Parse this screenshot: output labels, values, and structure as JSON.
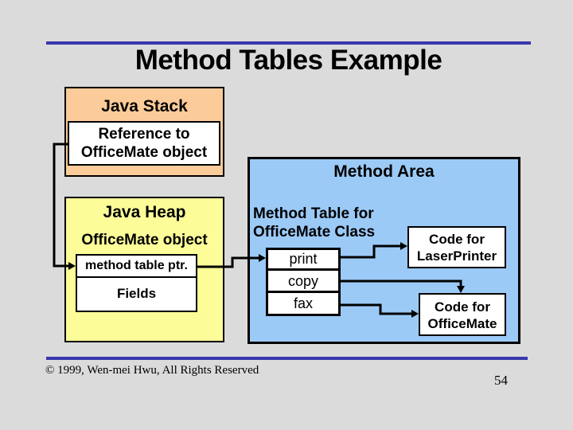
{
  "slide": {
    "title": "Method Tables Example",
    "footer": {
      "copyright": "© 1999, Wen-mei Hwu, All Rights Reserved",
      "page_number": "54"
    }
  },
  "java_stack": {
    "title": "Java Stack",
    "reference_line1": "Reference to",
    "reference_line2": "OfficeMate object"
  },
  "java_heap": {
    "title": "Java Heap",
    "object_label": "OfficeMate object",
    "method_table_ptr": "method table ptr.",
    "fields": "Fields"
  },
  "method_area": {
    "title": "Method Area",
    "table_label_line1": "Method Table for",
    "table_label_line2": "OfficeMate Class",
    "method_rows": [
      "print",
      "copy",
      "fax"
    ],
    "code_laser": {
      "line1": "Code for",
      "line2": "LaserPrinter"
    },
    "code_office": {
      "line1": "Code for",
      "line2": "OfficeMate"
    }
  },
  "colors": {
    "background": "#DBDBDB",
    "stack_fill": "#FBCC99",
    "heap_fill": "#FCFC99",
    "area_fill": "#9CCAF7",
    "box_fill": "#FFFFFF",
    "accent_line": "#3937AC",
    "border": "#000000",
    "text": "#000000"
  }
}
